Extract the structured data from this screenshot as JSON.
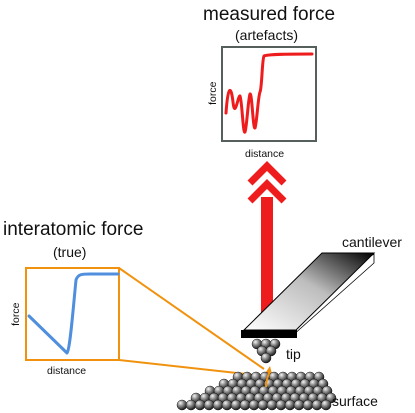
{
  "measured": {
    "title": "measured force",
    "subtitle": "(artefacts)",
    "xlabel": "distance",
    "ylabel": "force"
  },
  "interatomic": {
    "title": "interatomic force",
    "subtitle": "(true)",
    "xlabel": "distance",
    "ylabel": "force"
  },
  "labels": {
    "cantilever": "cantilever",
    "tip": "tip",
    "surface": "surface"
  },
  "colors": {
    "measured_curve": "#ee1c1c",
    "true_curve": "#4f8fdd",
    "zoom_lines": "#f0920e",
    "arrow": "#ee1c1c",
    "panel_border": "#55605c"
  }
}
